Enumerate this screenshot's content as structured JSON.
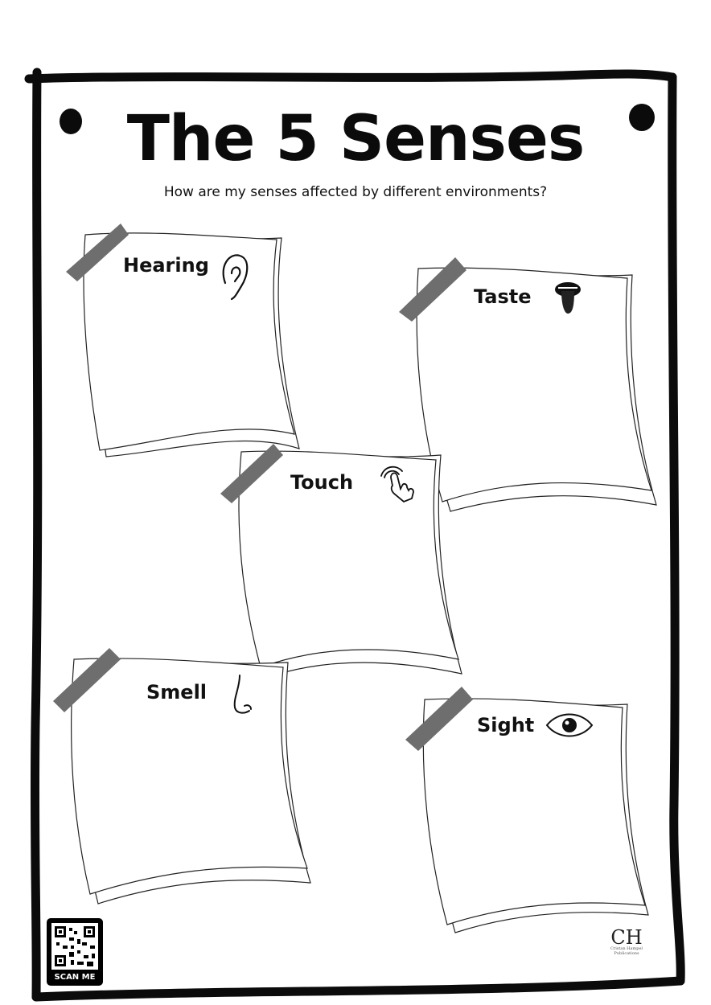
{
  "worksheet": {
    "title": "The 5 Senses",
    "subtitle": "How are my senses affected by different environments?"
  },
  "senses": [
    {
      "label": "Hearing",
      "icon": "ear-icon"
    },
    {
      "label": "Taste",
      "icon": "tongue-icon"
    },
    {
      "label": "Touch",
      "icon": "touch-hand-icon"
    },
    {
      "label": "Smell",
      "icon": "nose-icon"
    },
    {
      "label": "Sight",
      "icon": "eye-icon"
    }
  ],
  "qr": {
    "label": "SCAN ME"
  },
  "brand": {
    "monogram": "CH",
    "name": "Cristan Hampel Publications"
  },
  "colors": {
    "ink": "#0b0b0b",
    "tape": "#6e6e6e",
    "paper": "#ffffff"
  }
}
